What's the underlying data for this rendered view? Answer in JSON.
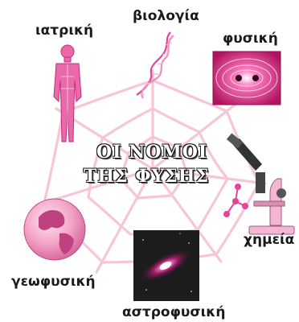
{
  "title": {
    "line1": "ΟΙ ΝΟΜΟΙ",
    "line2": "ΤΗΣ ΦΥΣΗΣ"
  },
  "labels": {
    "medicine": "ιατρική",
    "biology": "βιολογία",
    "physics": "φυσική",
    "chemistry": "χημεία",
    "astrophysics": "αστροφυσική",
    "geophysics": "γεωφυσική"
  },
  "colors": {
    "web": "#f7c6d6",
    "magenta": "#e8439a",
    "dark_panel": "#1c1c1c"
  },
  "icons": [
    "human-body-icon",
    "dna-helix-icon",
    "magnetic-field-icon",
    "microscope-icon",
    "molecule-icon",
    "galaxy-icon",
    "globe-icon"
  ]
}
